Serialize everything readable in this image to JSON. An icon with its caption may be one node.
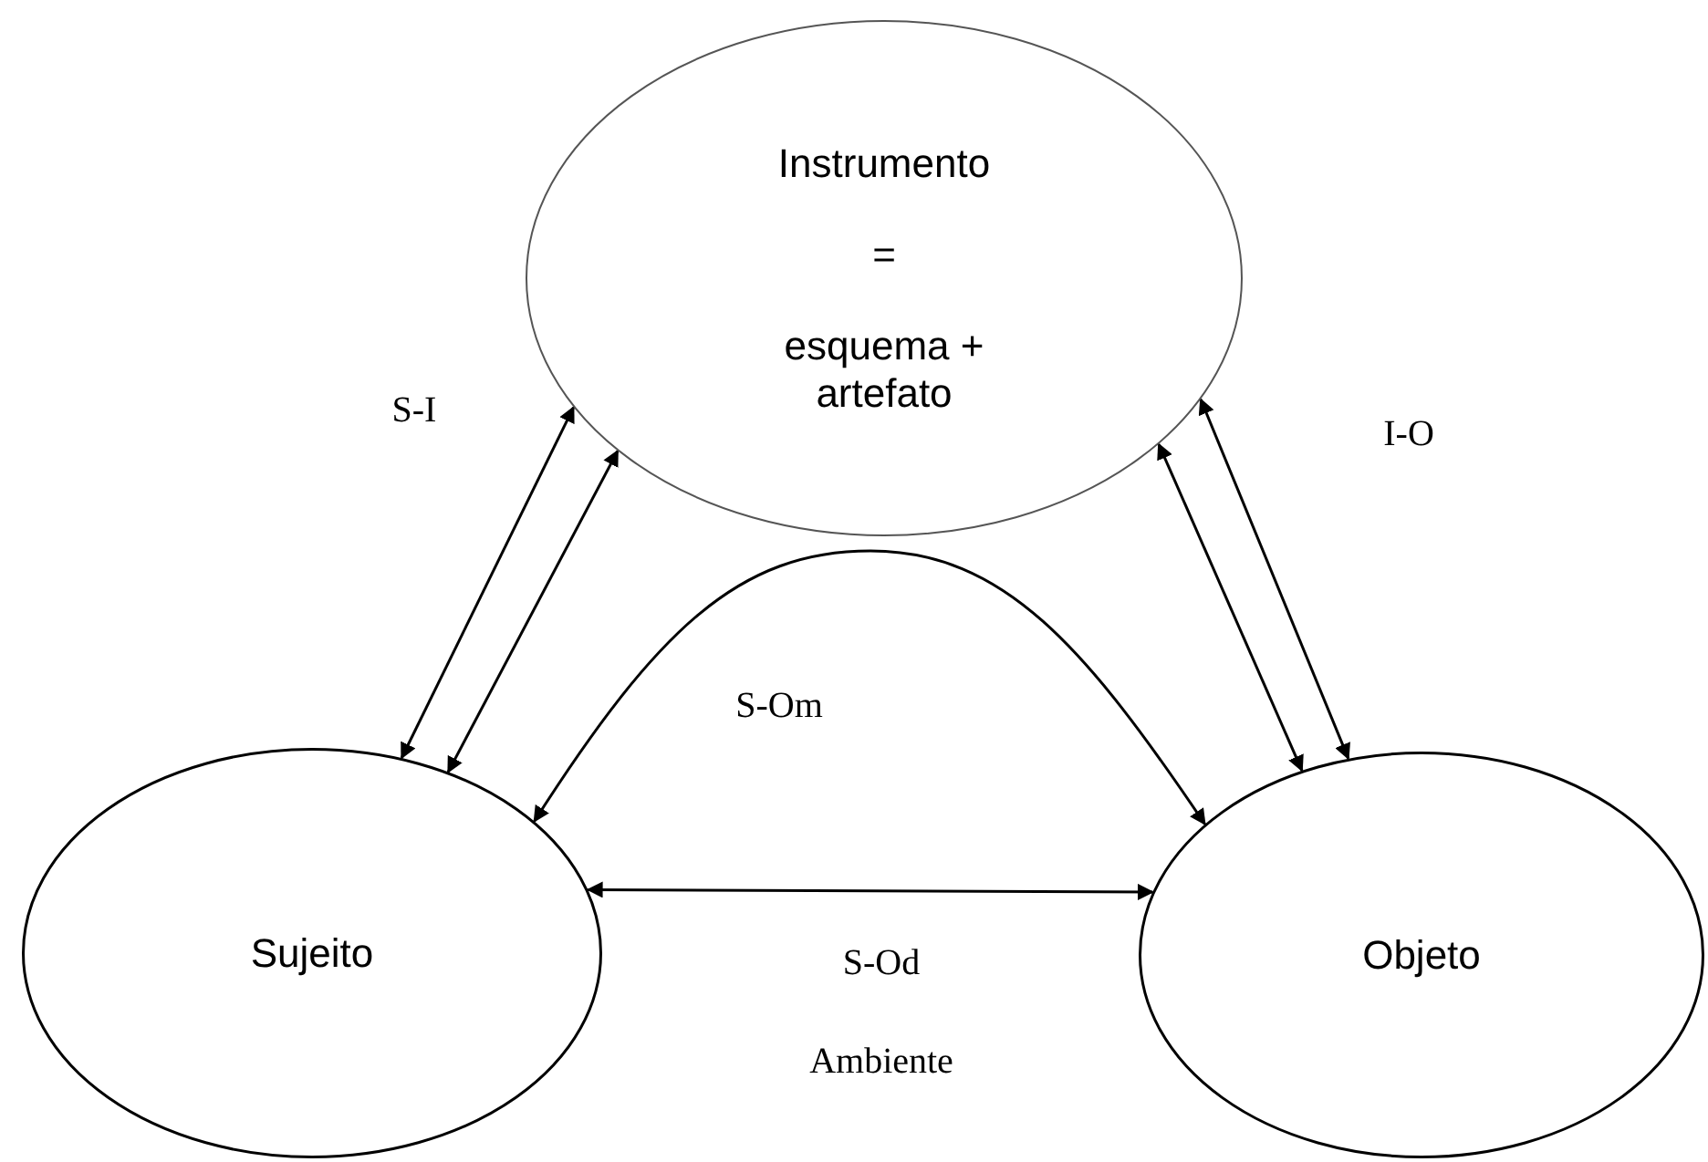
{
  "diagram": {
    "nodes": [
      {
        "text": [
          "Instrumento",
          "=",
          "esquema + artefato"
        ]
      },
      {
        "text": [
          "Sujeito"
        ]
      },
      {
        "text": [
          "Objeto"
        ]
      }
    ],
    "edges": [
      {
        "from": 1,
        "to": 0,
        "arrow": "both",
        "label": "S-I"
      },
      {
        "from": 1,
        "to": 0,
        "arrow": "both"
      },
      {
        "from": 0,
        "to": 2,
        "arrow": "both"
      },
      {
        "from": 0,
        "to": 2,
        "arrow": "both",
        "label": "I-O"
      },
      {
        "from": 1,
        "to": 2,
        "arrow": "both",
        "label": "S-Om"
      },
      {
        "from": 1,
        "to": 2,
        "arrow": "both",
        "label": "S-Od"
      }
    ],
    "labels": [
      "Ambiente"
    ]
  }
}
